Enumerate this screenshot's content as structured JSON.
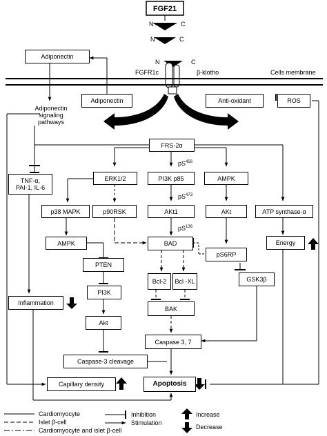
{
  "title": "FGF21",
  "receptor": {
    "n": "N",
    "c": "C",
    "fgfr1c": "FGFR1c",
    "beta_klotho": "β-klotho",
    "membrane": "Cells membrane"
  },
  "boxes": {
    "adiponectin_top": "Adiponectin",
    "adiponectin_mem": "Adiponectin",
    "anti_oxidant": "Anti-oxidant",
    "ros": "ROS",
    "frs2a": "FRS-2α",
    "tnf": [
      "TNF-α,",
      "PAI-1, IL-6"
    ],
    "erk": "ERK1/2",
    "pi3k_p85": "PI3K p85",
    "ampk_top": "AMPK",
    "p38": "p38 MAPK",
    "p90rsk": "p90RSK",
    "akt1": "AKt1",
    "akt_mid": "AKt",
    "atp": "ATP synthase-α",
    "ampk_left": "AMPK",
    "bad": "BAD",
    "ps6rp": "pS6RP",
    "energy": "Energy",
    "pten": "PTEN",
    "bcl2": "Bcl-2",
    "bclxl": "Bcl -XL",
    "gsk": "GSK3β",
    "inflammation": "Inflammation",
    "pi3k": "PI3K",
    "bak": "BAK",
    "akt_bottom": "Akt",
    "caspase37": "Caspase 3, 7",
    "caspase3c": "Caspase-3 cleavage",
    "capillary": "Capillary density",
    "apoptosis": "Apoptosis"
  },
  "text_labels": {
    "adipo_path": [
      "Adiponectin",
      "signaling",
      "pathways"
    ],
    "ps456": {
      "base": "pS",
      "sup": "456"
    },
    "ps473": {
      "base": "pS",
      "sup": "473"
    },
    "ps136": {
      "base": "pS",
      "sup": "136"
    }
  },
  "legend": {
    "cardiomyocyte": "Cardiomyocyte",
    "islet": "Islet β-cell",
    "both": "Cardiomyocyte and  islet β-cell",
    "inhibition": "Inhibition",
    "stimulation": "Stimulation",
    "increase": "Increase",
    "decrease": "Decrease"
  }
}
